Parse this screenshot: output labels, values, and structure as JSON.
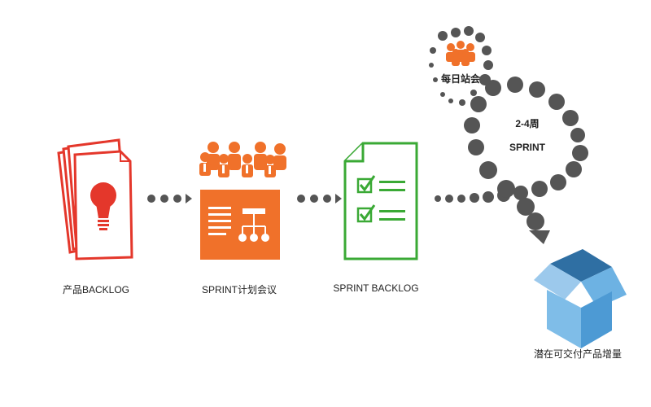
{
  "stages": {
    "product_backlog": "产品BACKLOG",
    "sprint_planning": "SPRINT计划会议",
    "sprint_backlog": "SPRINT BACKLOG",
    "increment": "潜在可交付产品增量"
  },
  "loop": {
    "daily_standup": "每日站会",
    "duration": "2-4周",
    "sprint": "SPRINT"
  },
  "icons": {
    "product_backlog": "lightbulb-document-stack-icon",
    "sprint_planning": "team-presentation-board-icon",
    "sprint_backlog": "checklist-document-icon",
    "increment": "open-box-icon",
    "daily_standup": "team-people-icon"
  },
  "colors": {
    "red": "#e4372b",
    "orange": "#f0712a",
    "green": "#3aa935",
    "gray": "#555555",
    "blue": "#5aa7dd"
  }
}
